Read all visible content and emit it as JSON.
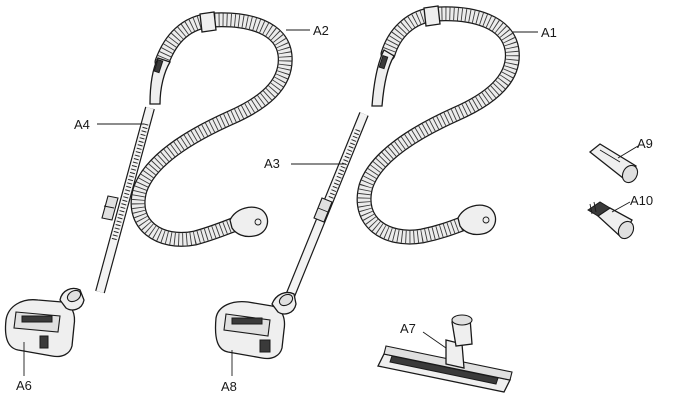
{
  "labels": {
    "a1": "A1",
    "a2": "A2",
    "a3": "A3",
    "a4": "A4",
    "a6": "A6",
    "a7": "A7",
    "a8": "A8",
    "a9": "A9",
    "a10": "A10"
  }
}
